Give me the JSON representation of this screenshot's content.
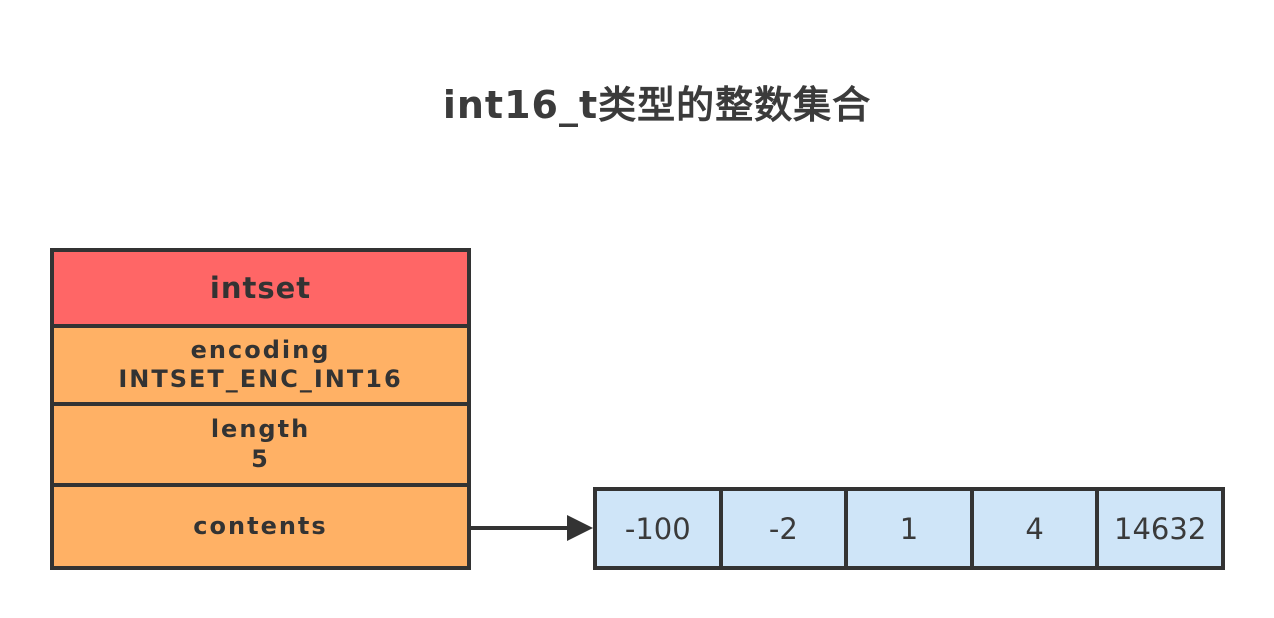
{
  "title": "int16_t类型的整数集合",
  "intset": {
    "header": "intset",
    "encoding_label": "encoding",
    "encoding_value": "INTSET_ENC_INT16",
    "length_label": "length",
    "length_value": "5",
    "contents_label": "contents"
  },
  "contents_array": {
    "cells": [
      "-100",
      "-2",
      "1",
      "4",
      "14632"
    ]
  },
  "colors": {
    "header_fill": "#ff6666",
    "field_fill": "#ffb165",
    "cell_fill": "#cfe5f8",
    "line_and_border": "#333333",
    "title_text": "#3b3b3b"
  }
}
